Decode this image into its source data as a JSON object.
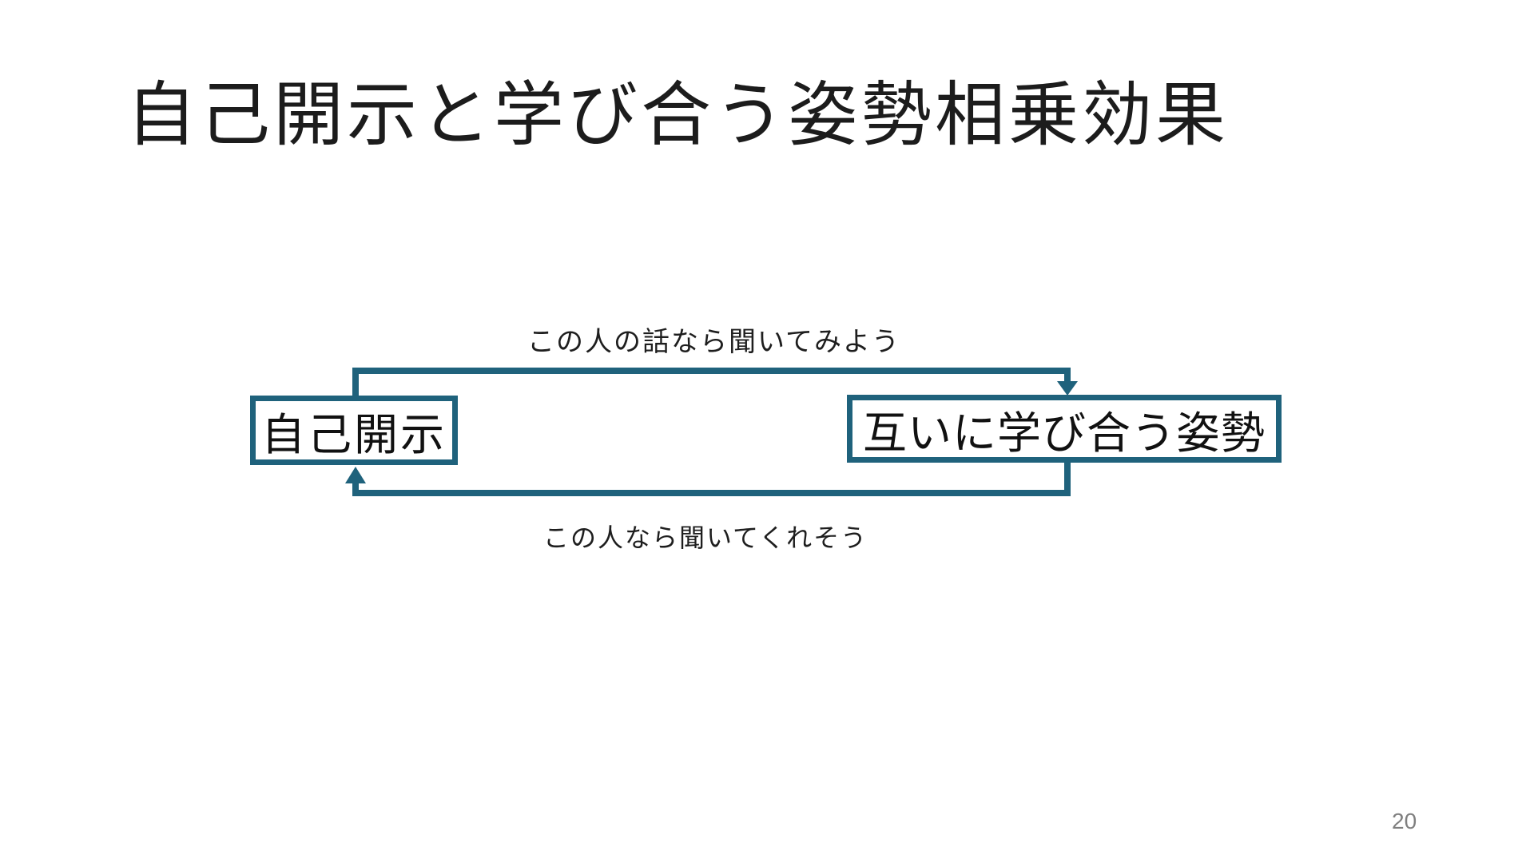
{
  "slide": {
    "title": "自己開示と学び合う姿勢相乗効果",
    "page_number": "20",
    "background_color": "#ffffff"
  },
  "diagram": {
    "accent_color": "#1f627c",
    "text_color": "#111111",
    "left_box_label": "自己開示",
    "right_box_label": "互いに学び合う姿勢",
    "top_arrow_label": "この人の話なら聞いてみよう",
    "bottom_arrow_label": "この人なら聞いてくれそう"
  }
}
